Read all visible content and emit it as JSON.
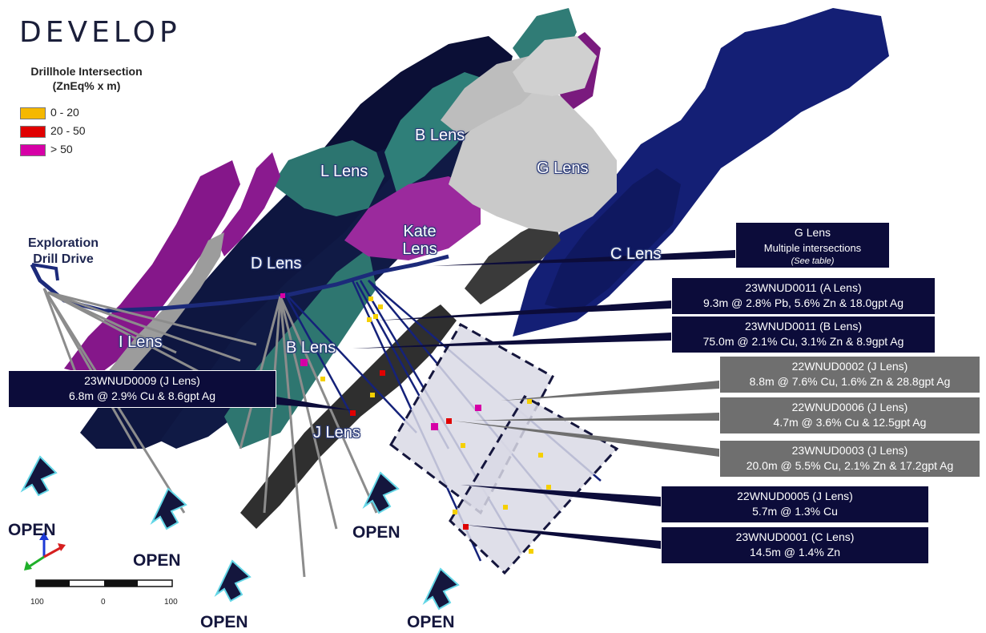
{
  "logo": {
    "text": "DEVELOP"
  },
  "legend": {
    "title_line1": "Drillhole Intersection",
    "title_line2": "(ZnEq% x m)",
    "items": [
      {
        "label": "0 - 20",
        "color": "#f5b800"
      },
      {
        "label": "20 - 50",
        "color": "#e00000"
      },
      {
        "label": "> 50",
        "color": "#d600a6"
      }
    ]
  },
  "lenses": {
    "b_upper": "B Lens",
    "l": "L Lens",
    "g": "G Lens",
    "kate_line1": "Kate",
    "kate_line2": "Lens",
    "c": "C Lens",
    "d": "D Lens",
    "i": "I Lens",
    "b_lower": "B Lens",
    "j": "J Lens"
  },
  "drive_label": {
    "line1": "Exploration",
    "line2": "Drill Drive"
  },
  "callouts": {
    "g_multi": {
      "line1": "G Lens",
      "line2": "Multiple intersections",
      "line3": "(See table)"
    },
    "nud0011_a": {
      "line1": "23WNUD0011 (A Lens)",
      "line2": "9.3m @ 2.8% Pb, 5.6% Zn & 18.0gpt Ag"
    },
    "nud0011_b": {
      "line1": "23WNUD0011 (B Lens)",
      "line2": "75.0m @ 2.1% Cu, 3.1% Zn & 8.9gpt Ag"
    },
    "nud0002": {
      "line1": "22WNUD0002 (J Lens)",
      "line2": "8.8m @ 7.6% Cu, 1.6% Zn & 28.8gpt Ag"
    },
    "nud0006": {
      "line1": "22WNUD0006 (J Lens)",
      "line2": "4.7m @ 3.6% Cu & 12.5gpt Ag"
    },
    "nud0003": {
      "line1": "23WNUD0003 (J Lens)",
      "line2": "20.0m @ 5.5% Cu, 2.1% Zn & 17.2gpt Ag"
    },
    "nud0005": {
      "line1": "22WNUD0005 (J Lens)",
      "line2": "5.7m @ 1.3% Cu"
    },
    "nud0001": {
      "line1": "23WNUD0001 (C Lens)",
      "line2": "14.5m @ 1.4% Zn"
    },
    "nud0009": {
      "line1": "23WNUD0009 (J Lens)",
      "line2": "6.8m @ 2.9% Cu & 8.6gpt Ag"
    }
  },
  "open_labels": {
    "a": "OPEN",
    "b": "OPEN",
    "c": "OPEN",
    "d": "OPEN",
    "e": "OPEN"
  },
  "scale_bar": {
    "left": "100",
    "mid": "0",
    "right": "100"
  },
  "colors": {
    "navy_lens": "#0f1a4a",
    "dark_navy": "#0a0c30",
    "teal_lens": "#2b7a74",
    "magenta_lens": "#8a1a8a",
    "grey_lens": "#9e9e9e",
    "charcoal_lens": "#2e2e2e",
    "blue_lens": "#15207a",
    "silver_lens": "#c8c8c8",
    "callout_dark": "#0c0c3a",
    "callout_grey": "#6f6f6f",
    "highlight_box": "#d8d8e6"
  },
  "icons": {
    "open_arrow": "arrow-down-left-icon",
    "axes": "axes-triad-icon"
  }
}
